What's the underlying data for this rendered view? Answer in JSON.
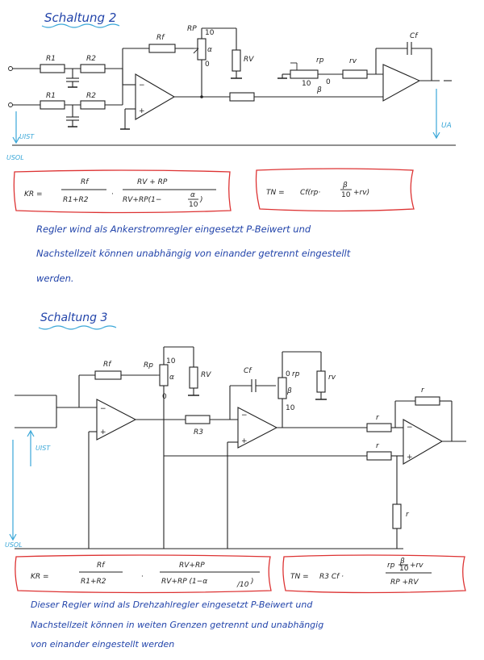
{
  "schaltung2": {
    "title": "Schaltung 2",
    "labels": {
      "r1a": "R1",
      "r2a": "R2",
      "r1b": "R1",
      "r2b": "R2",
      "rf": "Rf",
      "rp": "RP",
      "rv": "RV",
      "rp_small": "rp",
      "rv_small": "rv",
      "cf": "Cf",
      "alpha": "α",
      "beta": "β",
      "pot_top": "10",
      "pot_bottom": "0",
      "pot2_left": "10",
      "pot2_right": "0",
      "minus": "−",
      "plus": "+",
      "uist": "UIST",
      "usol": "USOL",
      "ua": "UA"
    },
    "formula_kr": {
      "lhs": "KR =",
      "f1_num": "Rf",
      "f1_den": "R1+R2",
      "dot": "·",
      "f2_num": "RV + RP",
      "f2_den_pre": "RV+RP(1−",
      "f2_den_alpha": "α",
      "f2_den_ten": "10",
      "f2_den_post": ")"
    },
    "formula_tn": {
      "lhs": "TN =",
      "expr_pre": "Cf(rp·",
      "beta": "β",
      "ten": "10",
      "expr_post": "+rv)"
    },
    "text_lines": [
      "Regler wind als Ankerstromregler eingesetzt  P-Beiwert und",
      "Nachstellzeit können unabhängig von einander getrennt eingestellt",
      "werden."
    ]
  },
  "schaltung3": {
    "title": "Schaltung 3",
    "labels": {
      "rf": "Rf",
      "rp": "Rp",
      "rv": "RV",
      "alpha": "α",
      "pot_top": "10",
      "pot_bottom": "0",
      "cf": "Cf",
      "rp_small": "rp",
      "rv_small": "rv",
      "beta": "β",
      "pot2_top": "0",
      "pot2_bottom": "10",
      "r3": "R3",
      "r_top": "r",
      "r_in1": "r",
      "r_in2": "r",
      "r_down": "r",
      "minus": "−",
      "plus": "+",
      "uist": "UIST",
      "usol": "USOL"
    },
    "formula_kr": {
      "lhs": "KR =",
      "f1_num": "Rf",
      "f1_den": "R1+R2",
      "dot": "·",
      "f2_num": "RV+RP",
      "f2_den_pre": "RV+RP (1−α",
      "f2_den_sub": "/10",
      "f2_den_post": ")"
    },
    "formula_tn": {
      "lhs": "TN =",
      "expr": "R3 Cf ·",
      "frac_num_pre": "rp",
      "frac_num_beta": "β",
      "frac_num_ten": "10",
      "frac_num_post": "+rv",
      "frac_den": "RP +RV"
    },
    "text_lines": [
      "Dieser Regler wind als Drehzahlregler eingesetzt  P-Beiwert und",
      "Nachstellzeit können in weiten Grenzen getrennt und unabhängig",
      "von einander eingestellt werden"
    ]
  }
}
